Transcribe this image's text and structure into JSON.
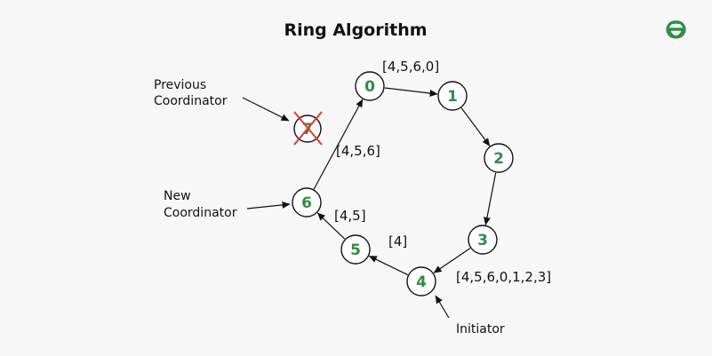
{
  "title": "Ring Algorithm",
  "brand": {
    "color": "#2f8d46",
    "logo_icon": "geeksforgeeks-logo-icon"
  },
  "colors": {
    "node_label": "#2f8d46",
    "failed_cross": "#e03a2e"
  },
  "nodes": [
    {
      "id": "0",
      "label": "0"
    },
    {
      "id": "1",
      "label": "1"
    },
    {
      "id": "2",
      "label": "2"
    },
    {
      "id": "3",
      "label": "3"
    },
    {
      "id": "4",
      "label": "4"
    },
    {
      "id": "5",
      "label": "5"
    },
    {
      "id": "6",
      "label": "6"
    },
    {
      "id": "7",
      "label": "7",
      "failed": true
    }
  ],
  "edges": [
    {
      "from": "4",
      "to": "5"
    },
    {
      "from": "5",
      "to": "6"
    },
    {
      "from": "6",
      "to": "0"
    },
    {
      "from": "0",
      "to": "1"
    },
    {
      "from": "1",
      "to": "2"
    },
    {
      "from": "2",
      "to": "3"
    },
    {
      "from": "3",
      "to": "4"
    }
  ],
  "messages": {
    "m_0": "[4,5,6,0]",
    "m_6": "[4,5,6]",
    "m_5": "[4,5]",
    "m_4": "[4]",
    "m_3": "[4,5,6,0,1,2,3]"
  },
  "annotations": {
    "previous_coordinator": [
      "Previous",
      "Coordinator"
    ],
    "new_coordinator": [
      "New",
      "Coordinator"
    ],
    "initiator": "Initiator"
  }
}
